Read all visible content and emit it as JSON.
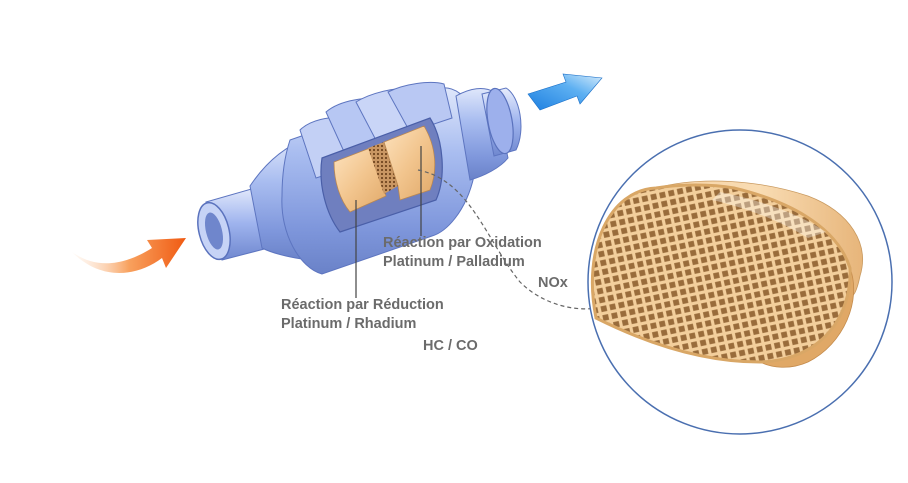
{
  "diagram": {
    "oxidation": {
      "title": "Réaction par Oxidation",
      "metals": "Platinum / Palladium",
      "gas": "NOx"
    },
    "reduction": {
      "title": "Réaction par Réduction",
      "metals": "Platinum / Rhadium",
      "gas": "HC / CO"
    },
    "colors": {
      "inlet_arrow": "#f26a1b",
      "outlet_arrow": "#2a8fe0",
      "body_blue": "#8fa8e8",
      "substrate": "#f1c48b",
      "leader_line": "#555555"
    },
    "icons": [
      "inlet-arrow-icon",
      "outlet-arrow-icon",
      "honeycomb-substrate-icon"
    ]
  }
}
